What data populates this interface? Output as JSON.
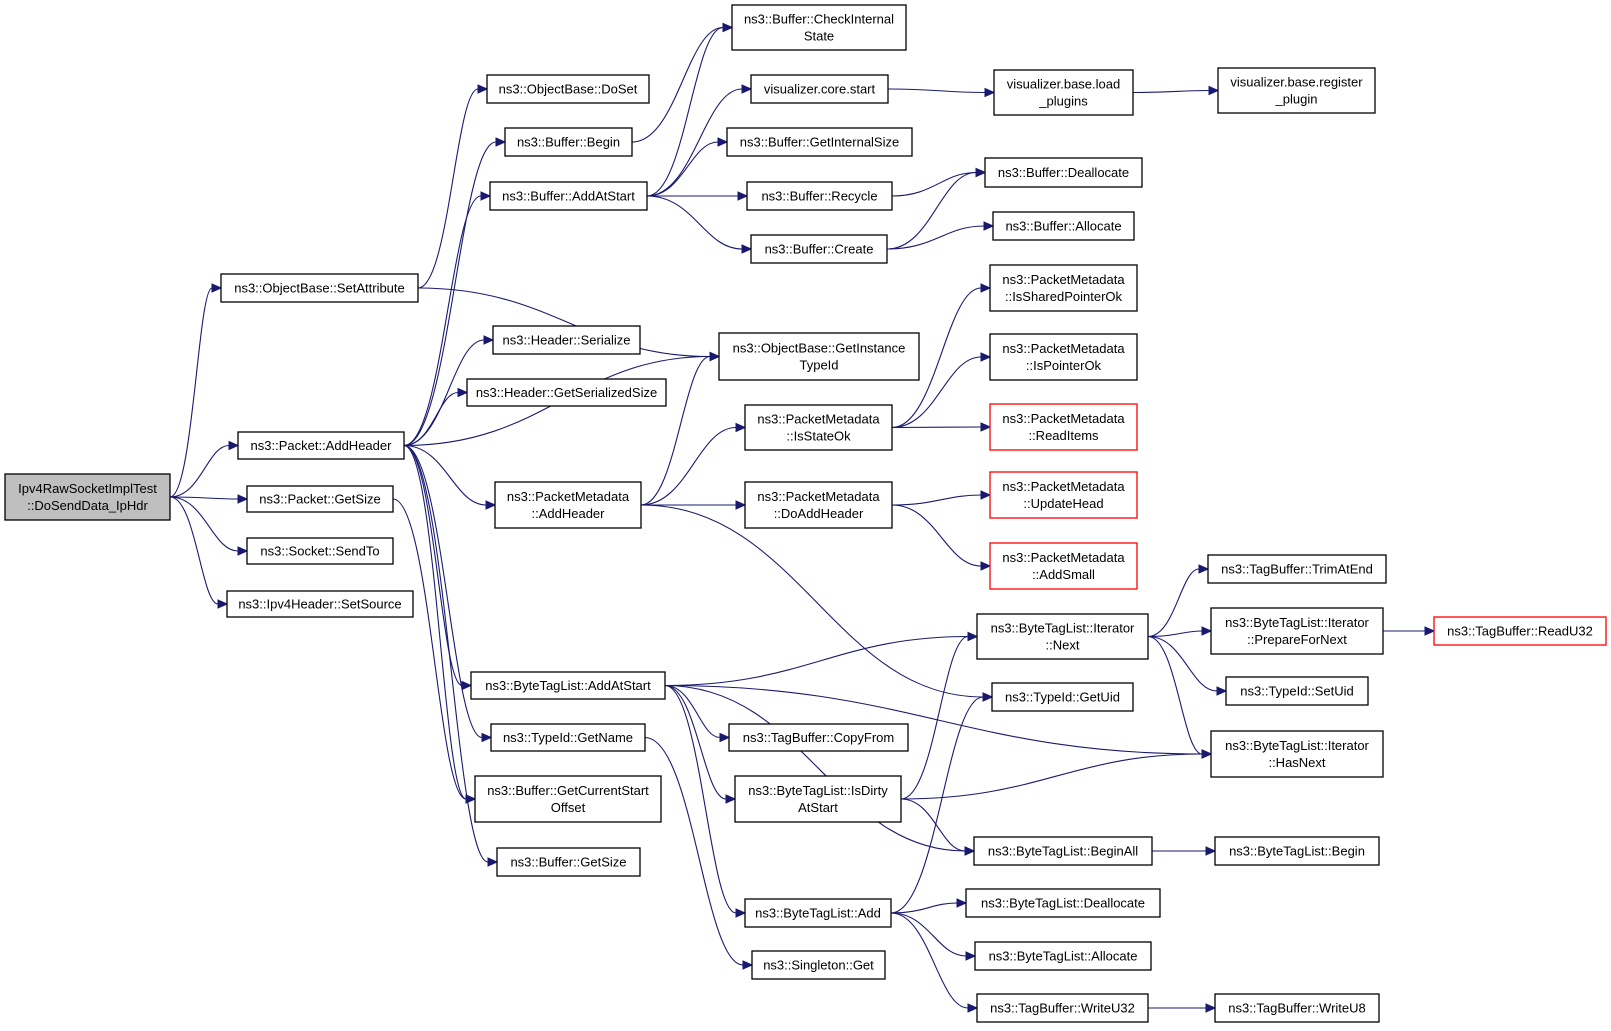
{
  "diagram": {
    "nodes": [
      {
        "id": "root",
        "lines": [
          "Ipv4RawSocketImplTest",
          "::DoSendData_IpHdr"
        ],
        "style": "root"
      },
      {
        "id": "setAttr",
        "lines": [
          "ns3::ObjectBase::SetAttribute"
        ]
      },
      {
        "id": "pktAddHeader",
        "lines": [
          "ns3::Packet::AddHeader"
        ]
      },
      {
        "id": "pktGetSize",
        "lines": [
          "ns3::Packet::GetSize"
        ]
      },
      {
        "id": "sockSendTo",
        "lines": [
          "ns3::Socket::SendTo"
        ]
      },
      {
        "id": "ipv4SetSource",
        "lines": [
          "ns3::Ipv4Header::SetSource"
        ]
      },
      {
        "id": "objDoSet",
        "lines": [
          "ns3::ObjectBase::DoSet"
        ]
      },
      {
        "id": "bufBegin",
        "lines": [
          "ns3::Buffer::Begin"
        ]
      },
      {
        "id": "bufAddAtStart",
        "lines": [
          "ns3::Buffer::AddAtStart"
        ]
      },
      {
        "id": "hdrSerialize",
        "lines": [
          "ns3::Header::Serialize"
        ]
      },
      {
        "id": "hdrGetSerSize",
        "lines": [
          "ns3::Header::GetSerializedSize"
        ]
      },
      {
        "id": "pmAddHeader",
        "lines": [
          "ns3::PacketMetadata",
          "::AddHeader"
        ]
      },
      {
        "id": "btlAddAtStart",
        "lines": [
          "ns3::ByteTagList::AddAtStart"
        ]
      },
      {
        "id": "tidGetName",
        "lines": [
          "ns3::TypeId::GetName"
        ]
      },
      {
        "id": "bufGetCurStart",
        "lines": [
          "ns3::Buffer::GetCurrentStart",
          "Offset"
        ]
      },
      {
        "id": "bufGetSize",
        "lines": [
          "ns3::Buffer::GetSize"
        ]
      },
      {
        "id": "bufCheckInternal",
        "lines": [
          "ns3::Buffer::CheckInternal",
          "State"
        ]
      },
      {
        "id": "visCoreStart",
        "lines": [
          "visualizer.core.start"
        ]
      },
      {
        "id": "bufGetInternalSize",
        "lines": [
          "ns3::Buffer::GetInternalSize"
        ]
      },
      {
        "id": "bufRecycle",
        "lines": [
          "ns3::Buffer::Recycle"
        ]
      },
      {
        "id": "bufCreate",
        "lines": [
          "ns3::Buffer::Create"
        ]
      },
      {
        "id": "objGetInstTypeId",
        "lines": [
          "ns3::ObjectBase::GetInstance",
          "TypeId"
        ]
      },
      {
        "id": "pmIsStateOk",
        "lines": [
          "ns3::PacketMetadata",
          "::IsStateOk"
        ]
      },
      {
        "id": "pmDoAddHeader",
        "lines": [
          "ns3::PacketMetadata",
          "::DoAddHeader"
        ]
      },
      {
        "id": "tbCopyFrom",
        "lines": [
          "ns3::TagBuffer::CopyFrom"
        ]
      },
      {
        "id": "btlIsDirty",
        "lines": [
          "ns3::ByteTagList::IsDirty",
          "AtStart"
        ]
      },
      {
        "id": "btlAdd",
        "lines": [
          "ns3::ByteTagList::Add"
        ]
      },
      {
        "id": "singletonGet",
        "lines": [
          "ns3::Singleton::Get"
        ]
      },
      {
        "id": "visBaseLoad",
        "lines": [
          "visualizer.base.load",
          "_plugins"
        ]
      },
      {
        "id": "bufDeallocate",
        "lines": [
          "ns3::Buffer::Deallocate"
        ]
      },
      {
        "id": "bufAllocate",
        "lines": [
          "ns3::Buffer::Allocate"
        ]
      },
      {
        "id": "pmIsSharedPtrOk",
        "lines": [
          "ns3::PacketMetadata",
          "::IsSharedPointerOk"
        ]
      },
      {
        "id": "pmIsPtrOk",
        "lines": [
          "ns3::PacketMetadata",
          "::IsPointerOk"
        ]
      },
      {
        "id": "pmReadItems",
        "lines": [
          "ns3::PacketMetadata",
          "::ReadItems"
        ],
        "style": "red"
      },
      {
        "id": "pmUpdateHead",
        "lines": [
          "ns3::PacketMetadata",
          "::UpdateHead"
        ],
        "style": "red"
      },
      {
        "id": "pmAddSmall",
        "lines": [
          "ns3::PacketMetadata",
          "::AddSmall"
        ],
        "style": "red"
      },
      {
        "id": "btlItNext",
        "lines": [
          "ns3::ByteTagList::Iterator",
          "::Next"
        ]
      },
      {
        "id": "tidGetUid",
        "lines": [
          "ns3::TypeId::GetUid"
        ]
      },
      {
        "id": "btlBeginAll",
        "lines": [
          "ns3::ByteTagList::BeginAll"
        ]
      },
      {
        "id": "btlDeallocate",
        "lines": [
          "ns3::ByteTagList::Deallocate"
        ]
      },
      {
        "id": "btlAllocate",
        "lines": [
          "ns3::ByteTagList::Allocate"
        ]
      },
      {
        "id": "tbWriteU32",
        "lines": [
          "ns3::TagBuffer::WriteU32"
        ]
      },
      {
        "id": "visBaseRegister",
        "lines": [
          "visualizer.base.register",
          "_plugin"
        ]
      },
      {
        "id": "tbTrimAtEnd",
        "lines": [
          "ns3::TagBuffer::TrimAtEnd"
        ]
      },
      {
        "id": "btlItPrepare",
        "lines": [
          "ns3::ByteTagList::Iterator",
          "::PrepareForNext"
        ]
      },
      {
        "id": "tidSetUid",
        "lines": [
          "ns3::TypeId::SetUid"
        ]
      },
      {
        "id": "btlItHasNext",
        "lines": [
          "ns3::ByteTagList::Iterator",
          "::HasNext"
        ]
      },
      {
        "id": "btlBegin",
        "lines": [
          "ns3::ByteTagList::Begin"
        ]
      },
      {
        "id": "tbWriteU8",
        "lines": [
          "ns3::TagBuffer::WriteU8"
        ]
      },
      {
        "id": "tbReadU32",
        "lines": [
          "ns3::TagBuffer::ReadU32"
        ],
        "style": "red"
      }
    ],
    "edges": [
      [
        "root",
        "setAttr"
      ],
      [
        "root",
        "pktAddHeader"
      ],
      [
        "root",
        "pktGetSize"
      ],
      [
        "root",
        "sockSendTo"
      ],
      [
        "root",
        "ipv4SetSource"
      ],
      [
        "setAttr",
        "objDoSet"
      ],
      [
        "setAttr",
        "objGetInstTypeId"
      ],
      [
        "pktAddHeader",
        "bufBegin"
      ],
      [
        "pktAddHeader",
        "bufAddAtStart"
      ],
      [
        "pktAddHeader",
        "hdrSerialize"
      ],
      [
        "pktAddHeader",
        "hdrGetSerSize"
      ],
      [
        "pktAddHeader",
        "objGetInstTypeId"
      ],
      [
        "pktAddHeader",
        "pmAddHeader"
      ],
      [
        "pktAddHeader",
        "btlAddAtStart"
      ],
      [
        "pktAddHeader",
        "tidGetName"
      ],
      [
        "pktAddHeader",
        "bufGetCurStart"
      ],
      [
        "pktAddHeader",
        "bufGetSize"
      ],
      [
        "pktGetSize",
        "bufGetCurStart"
      ],
      [
        "bufBegin",
        "bufCheckInternal"
      ],
      [
        "bufAddAtStart",
        "bufCheckInternal"
      ],
      [
        "bufAddAtStart",
        "visCoreStart"
      ],
      [
        "bufAddAtStart",
        "bufGetInternalSize"
      ],
      [
        "bufAddAtStart",
        "bufRecycle"
      ],
      [
        "bufAddAtStart",
        "bufCreate"
      ],
      [
        "visCoreStart",
        "visBaseLoad"
      ],
      [
        "visBaseLoad",
        "visBaseRegister"
      ],
      [
        "bufRecycle",
        "bufDeallocate"
      ],
      [
        "bufCreate",
        "bufDeallocate"
      ],
      [
        "bufCreate",
        "bufAllocate"
      ],
      [
        "pmAddHeader",
        "objGetInstTypeId"
      ],
      [
        "pmAddHeader",
        "pmIsStateOk"
      ],
      [
        "pmAddHeader",
        "pmDoAddHeader"
      ],
      [
        "pmAddHeader",
        "tidGetUid"
      ],
      [
        "pmIsStateOk",
        "pmIsSharedPtrOk"
      ],
      [
        "pmIsStateOk",
        "pmIsPtrOk"
      ],
      [
        "pmIsStateOk",
        "pmReadItems"
      ],
      [
        "pmDoAddHeader",
        "pmUpdateHead"
      ],
      [
        "pmDoAddHeader",
        "pmAddSmall"
      ],
      [
        "btlAddAtStart",
        "btlItNext"
      ],
      [
        "btlAddAtStart",
        "btlItHasNext"
      ],
      [
        "btlAddAtStart",
        "tbCopyFrom"
      ],
      [
        "btlAddAtStart",
        "btlIsDirty"
      ],
      [
        "btlAddAtStart",
        "btlBeginAll"
      ],
      [
        "btlAddAtStart",
        "btlAdd"
      ],
      [
        "tidGetName",
        "singletonGet"
      ],
      [
        "btlIsDirty",
        "btlItNext"
      ],
      [
        "btlIsDirty",
        "btlItHasNext"
      ],
      [
        "btlIsDirty",
        "btlBeginAll"
      ],
      [
        "btlAdd",
        "tidGetUid"
      ],
      [
        "btlAdd",
        "btlDeallocate"
      ],
      [
        "btlAdd",
        "btlAllocate"
      ],
      [
        "btlAdd",
        "tbWriteU32"
      ],
      [
        "btlItNext",
        "tbTrimAtEnd"
      ],
      [
        "btlItNext",
        "btlItPrepare"
      ],
      [
        "btlItNext",
        "tidSetUid"
      ],
      [
        "btlItNext",
        "btlItHasNext"
      ],
      [
        "btlItPrepare",
        "tbReadU32"
      ],
      [
        "btlBeginAll",
        "btlBegin"
      ],
      [
        "tbWriteU32",
        "tbWriteU8"
      ]
    ]
  }
}
